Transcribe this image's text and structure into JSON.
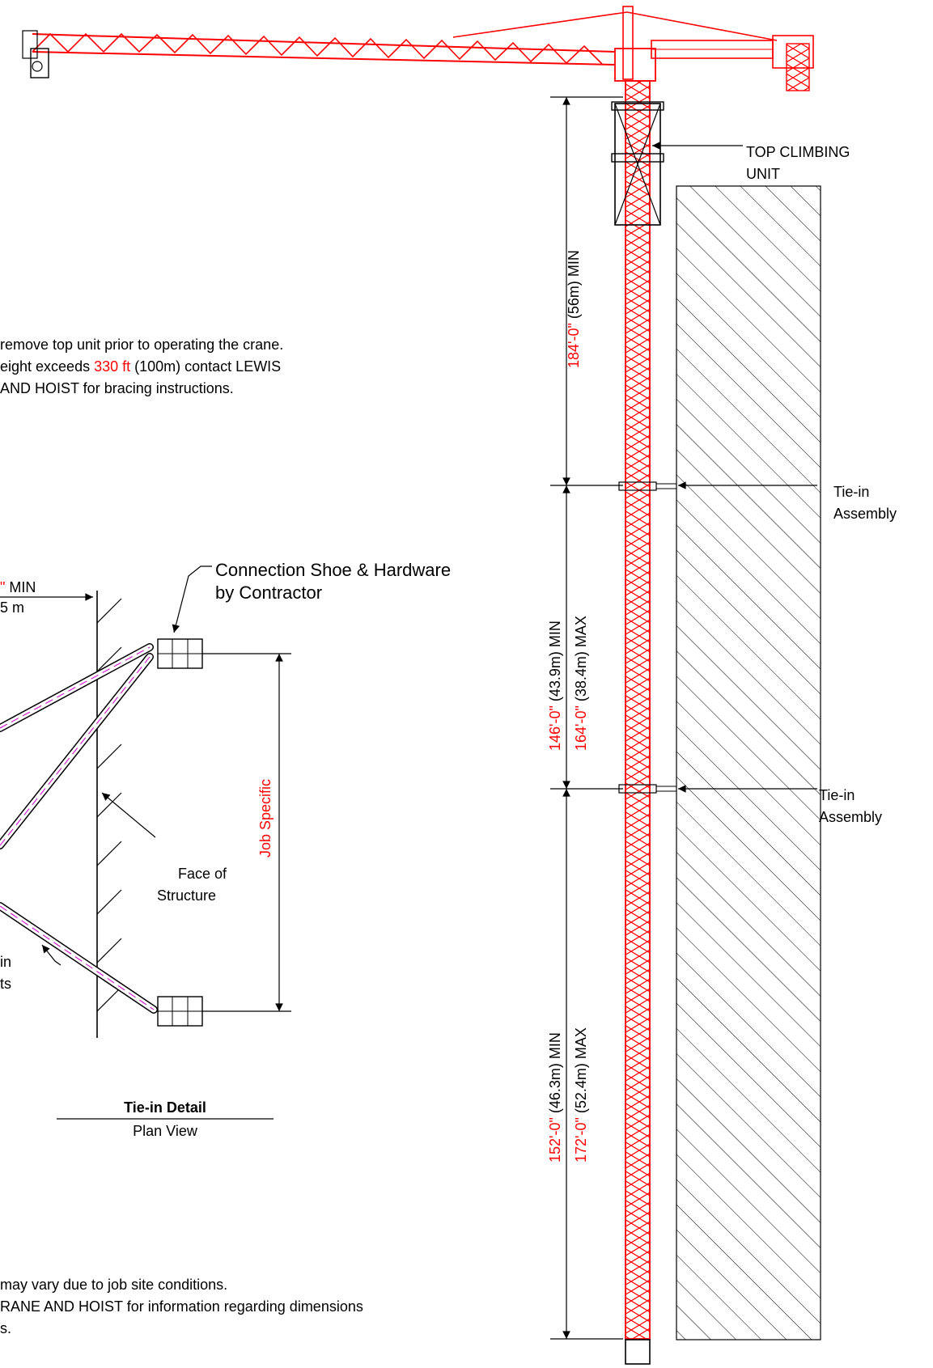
{
  "colors": {
    "crane": "#ff0000",
    "dimension": "#000000",
    "tie_center": "#cc00cc",
    "red_text": "#ff0000",
    "hatch": "#000000"
  },
  "notes_top": {
    "line1": "remove top unit prior to operating the crane.",
    "line2_pre": "eight exceeds ",
    "line2_red": "330 ft",
    "line2_post": " (100m) contact LEWIS",
    "line3": "AND HOIST for bracing instructions."
  },
  "notes_bottom": {
    "line1": "may vary due to job site conditions.",
    "line2": "RANE AND HOIST for information regarding dimensions",
    "line3": "s."
  },
  "labels": {
    "top_climbing_1": "TOP CLIMBING",
    "top_climbing_2": "UNIT",
    "tie_in_1a": "Tie-in",
    "tie_in_1b": "Assembly",
    "tie_in_2a": "Tie-in",
    "tie_in_2b": "Assembly",
    "connection_1": "Connection Shoe & Hardware",
    "connection_2": "by Contractor",
    "face_1": "Face of",
    "face_2": "Structure",
    "job_specific": "Job Specific",
    "struts_1": "in",
    "struts_2": "ts",
    "min_red": "\"",
    "min_black": " MIN",
    "min_metric": "5 m",
    "detail_title": "Tie-in Detail",
    "detail_subtitle": "Plan View"
  },
  "dimensions": {
    "upper_red": "184'-0\"",
    "upper_black": " (56m) MIN",
    "middle_min_red": "146'-0\"",
    "middle_min_black": " (43.9m) MIN",
    "middle_max_red": "164'-0\"",
    "middle_max_black": " (38.4m) MAX",
    "lower_min_red": "152'-0\"",
    "lower_min_black": " (46.3m) MIN",
    "lower_max_red": "172'-0\"",
    "lower_max_black": " (52.4m) MAX"
  }
}
